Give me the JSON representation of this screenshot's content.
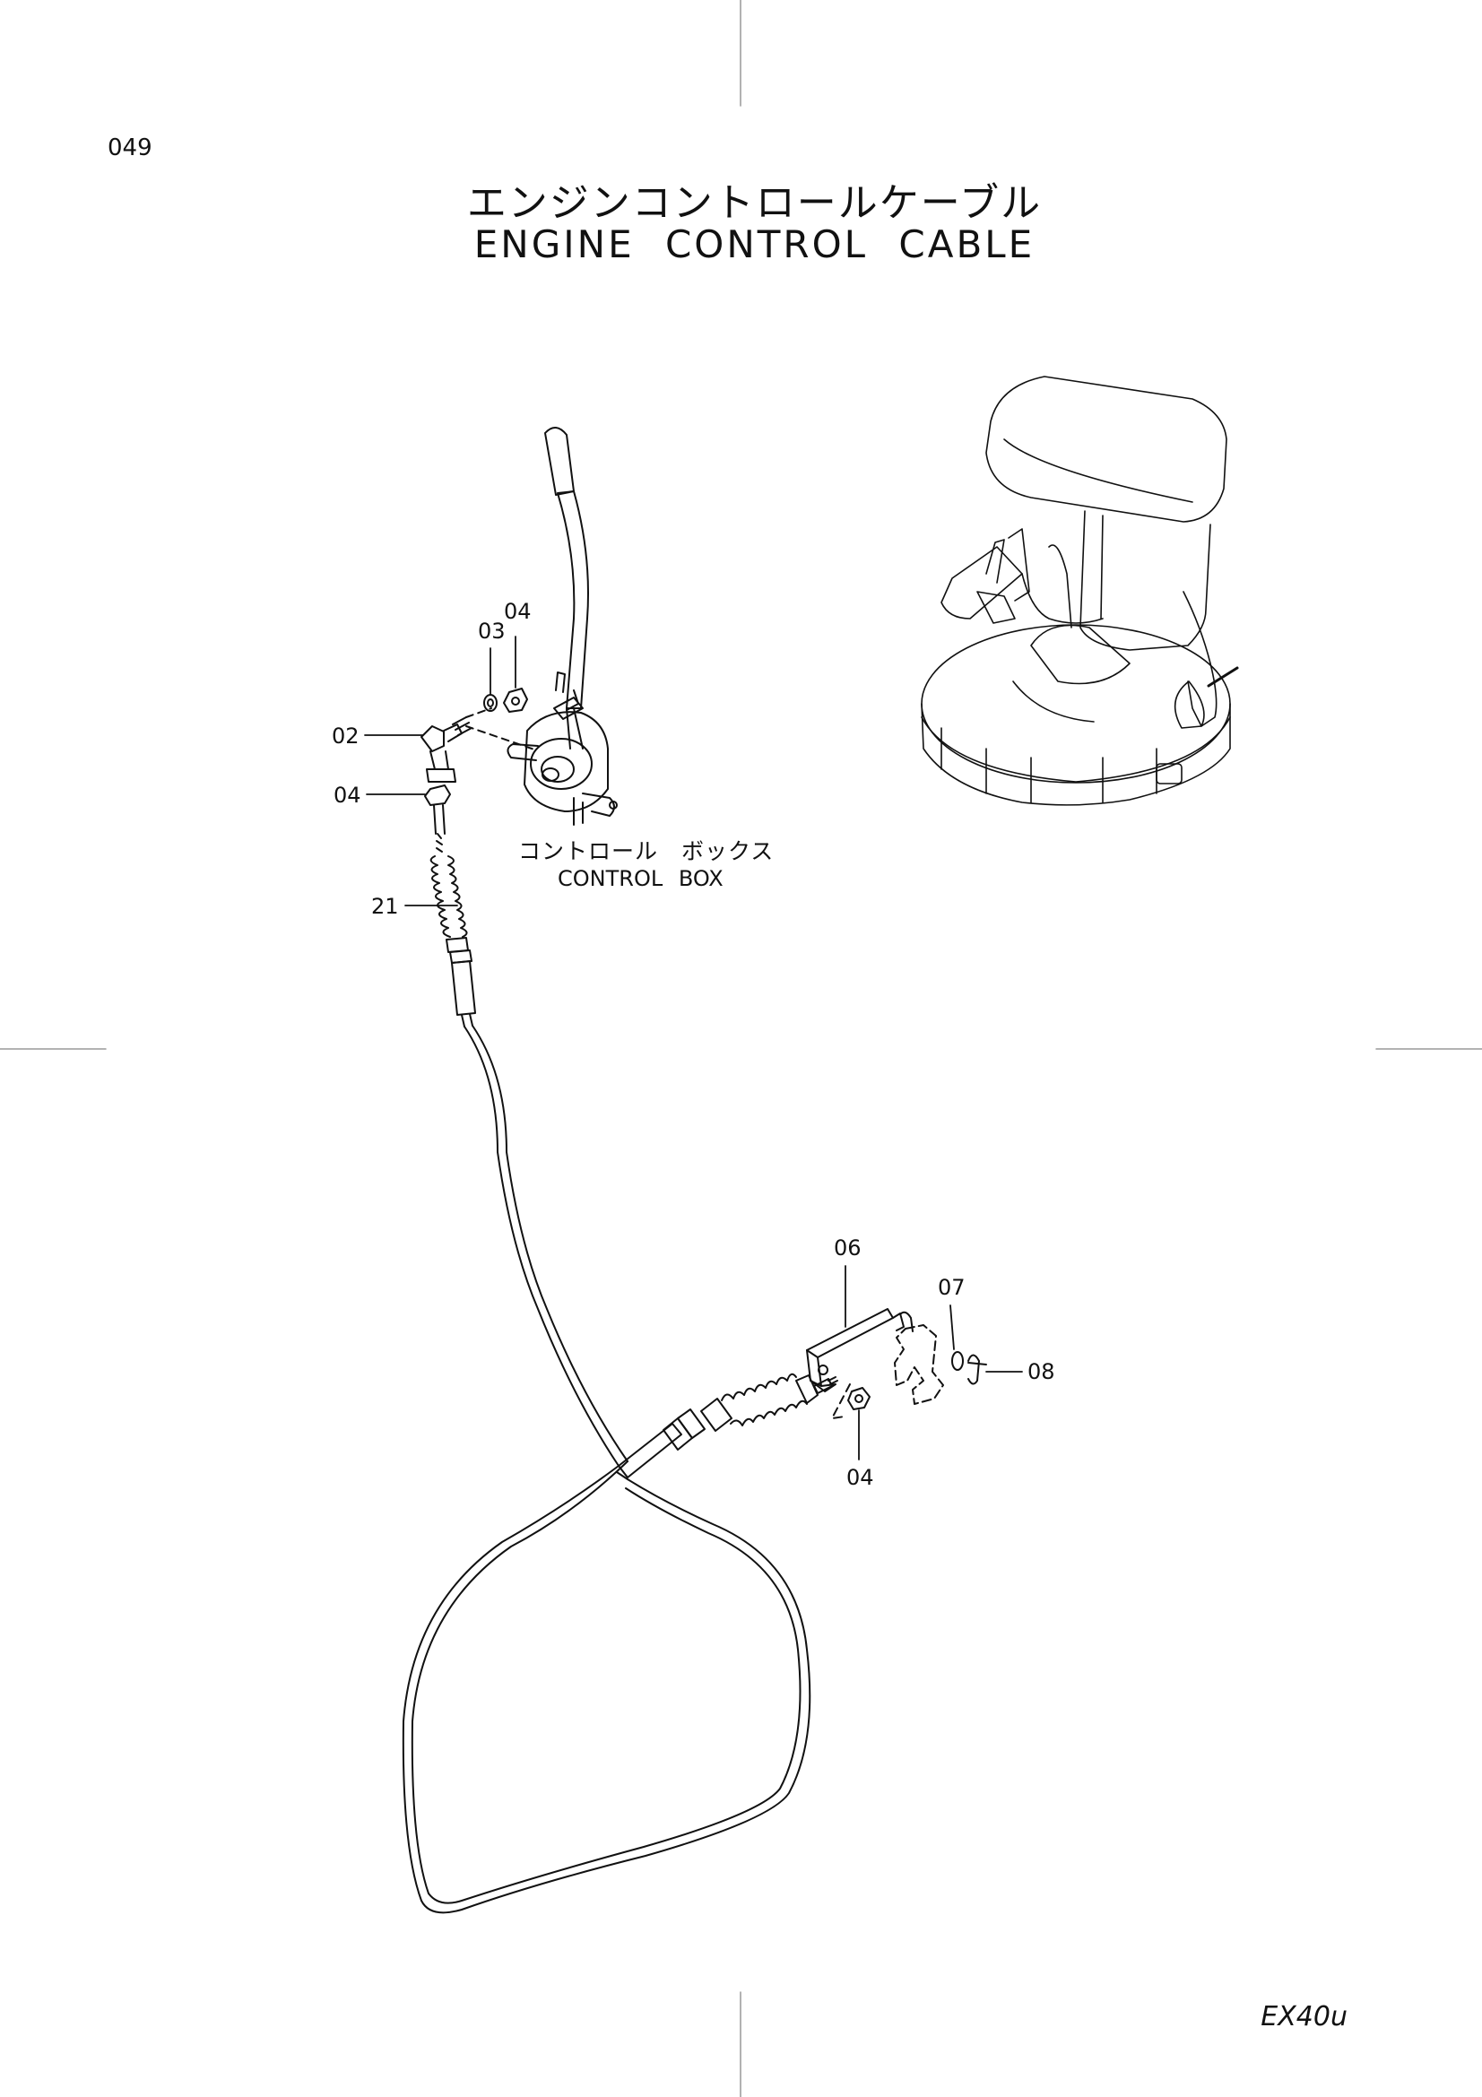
{
  "page_number": "049",
  "title_jp": "エンジンコントロールケーブル",
  "title_en": "ENGINE CONTROL CABLE",
  "model": "EX40u",
  "control_box": {
    "label_jp": "コントロール　ボックス",
    "label_en": "CONTROL BOX"
  },
  "callouts": {
    "c02": "02",
    "c03": "03",
    "c04_top": "04",
    "c04_left": "04",
    "c21": "21",
    "c06": "06",
    "c07": "07",
    "c08": "08",
    "c04_bottom": "04"
  }
}
